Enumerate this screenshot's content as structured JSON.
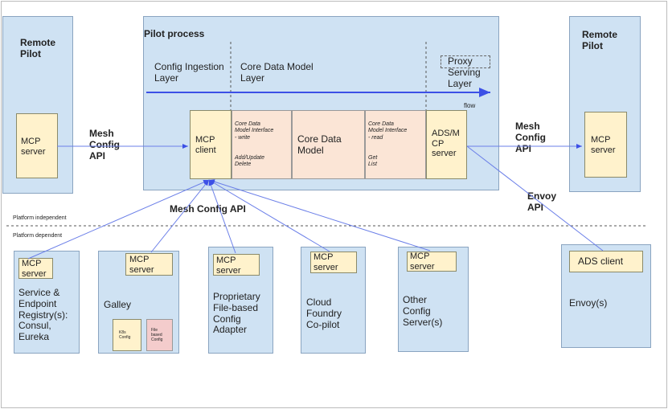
{
  "remote_pilot_left": {
    "title": "Remote\nPilot",
    "mcp_server": "MCP\nserver"
  },
  "remote_pilot_right": {
    "title": "Remote\nPilot",
    "mcp_server": "MCP\nserver"
  },
  "pilot_process": {
    "title": "Pilot process",
    "config_ingestion_layer": "Config Ingestion\nLayer",
    "core_data_model_layer": "Core Data Model\nLayer",
    "proxy_serving_layer": "Proxy\nServing\nLayer",
    "flow": "flow",
    "mcp_client": "MCP\nclient",
    "cdm_write": "Core Data\nModel Interface\n- write",
    "cdm_write_ops": "Add/Update\nDelete",
    "core_data_model": "Core Data\nModel",
    "cdm_read": "Core Data\nModel Interface\n- read",
    "cdm_read_ops": "Get\nList",
    "ads_mcp_server": "ADS/M\nCP\nserver"
  },
  "labels": {
    "mesh_config_api_left": "Mesh\nConfig\nAPI",
    "mesh_config_api_right": "Mesh\nConfig\nAPI",
    "mesh_config_api_center": "Mesh Config API",
    "envoy_api": "Envoy\nAPI",
    "platform_independent": "Platform independent",
    "platform_dependent": "Platform dependent"
  },
  "bottom_boxes": {
    "registry": {
      "mcp": "MCP\nserver",
      "text": "Service &\nEndpoint\nRegistry(s):\nConsul,\nEureka"
    },
    "galley": {
      "mcp": "MCP\nserver",
      "text": "Galley",
      "k8s": "K8s\nConfig",
      "file": "File\nbased\nConfig"
    },
    "proprietary": {
      "mcp": "MCP\nserver",
      "text": "Proprietary\nFile-based\nConfig\nAdapter"
    },
    "cloud_foundry": {
      "mcp": "MCP\nserver",
      "text": "Cloud\nFoundry\nCo-pilot"
    },
    "other": {
      "mcp": "MCP\nserver",
      "text": "Other\nConfig\nServer(s)"
    },
    "envoy": {
      "ads": "ADS client",
      "text": "Envoy(s)"
    }
  },
  "colors": {
    "panel": "#cfe2f3",
    "component": "#fff2cc",
    "core": "#fbe5d6",
    "file_config": "#f4cccc",
    "arrow": "#3c50e6"
  }
}
